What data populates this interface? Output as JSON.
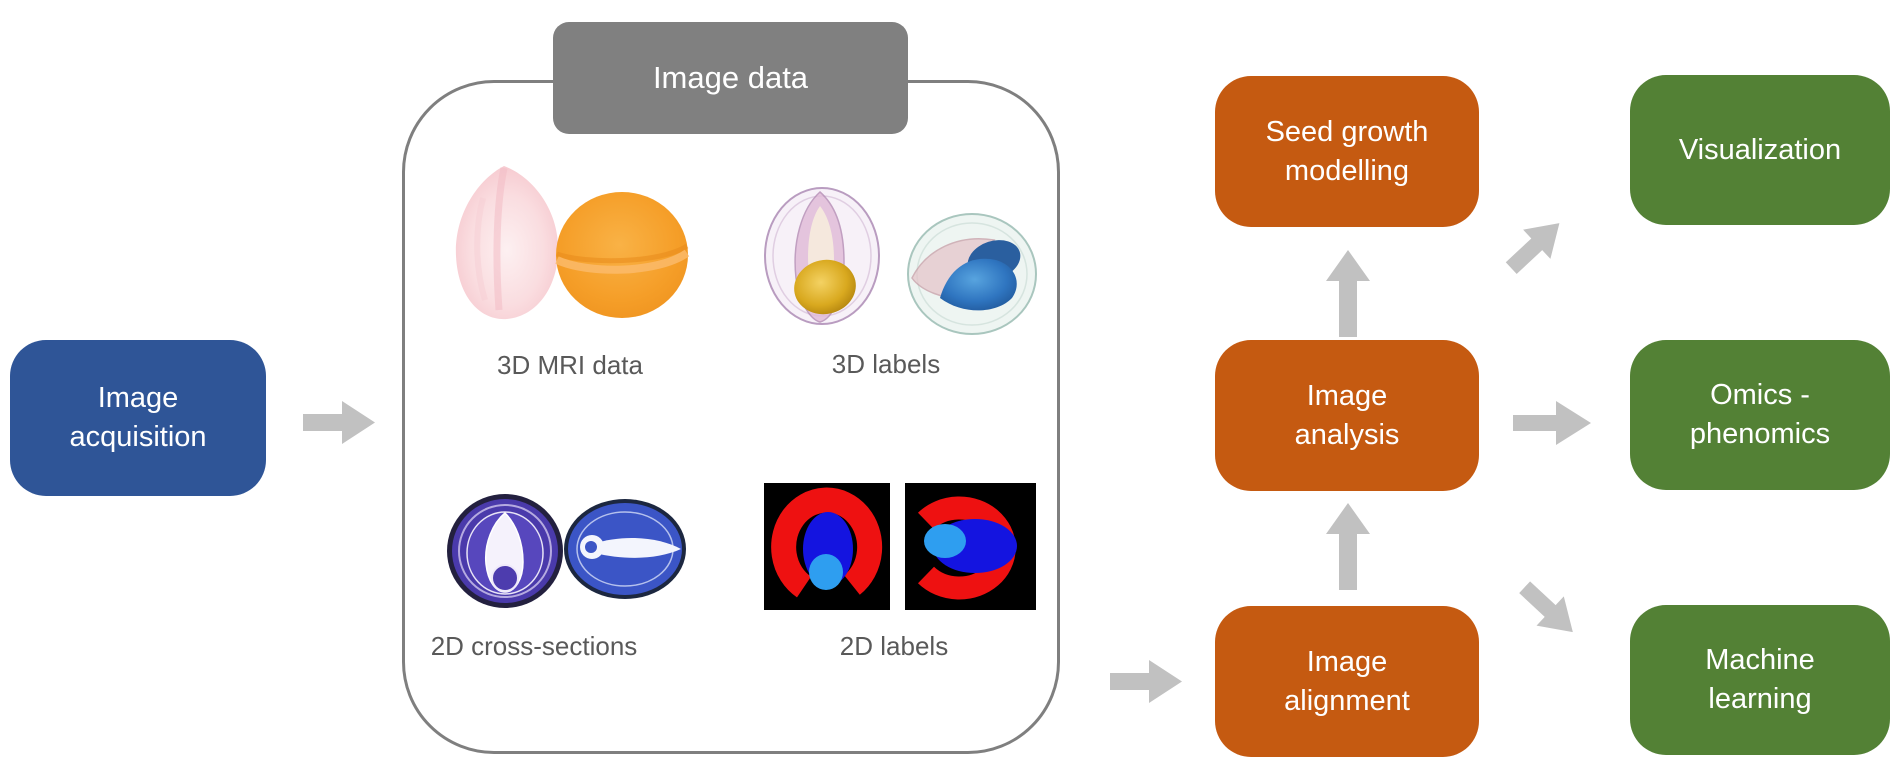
{
  "diagram": {
    "acquisition_box": {
      "label": "Image acquisition"
    },
    "image_data_group": {
      "title": "Image data",
      "items": [
        {
          "caption": "3D MRI data"
        },
        {
          "caption": "3D labels"
        },
        {
          "caption": "2D cross-sections"
        },
        {
          "caption": "2D labels"
        }
      ]
    },
    "processing_boxes": [
      {
        "label": "Seed growth modelling"
      },
      {
        "label": "Image analysis"
      },
      {
        "label": "Image alignment"
      }
    ],
    "output_boxes": [
      {
        "label": "Visualization"
      },
      {
        "label": "Omics - phenomics"
      },
      {
        "label": "Machine learning"
      }
    ],
    "arrows": [
      {
        "from": "Image acquisition",
        "to": "Image data",
        "direction": "right"
      },
      {
        "from": "Image data",
        "to": "Image alignment",
        "direction": "right"
      },
      {
        "from": "Image alignment",
        "to": "Image analysis",
        "direction": "up"
      },
      {
        "from": "Image analysis",
        "to": "Seed growth modelling",
        "direction": "up"
      },
      {
        "from": "Image analysis",
        "to": "Visualization",
        "direction": "up-right"
      },
      {
        "from": "Image analysis",
        "to": "Omics - phenomics",
        "direction": "right"
      },
      {
        "from": "Image alignment",
        "to": "Machine learning",
        "direction": "down-right"
      }
    ],
    "colors": {
      "acquisition": "#2F5597",
      "processing": "#C55A11",
      "output": "#538135",
      "group_header": "#808080",
      "container_border": "#7F7F7F",
      "arrow": "#C1C1C1",
      "caption_text": "#595959"
    }
  }
}
